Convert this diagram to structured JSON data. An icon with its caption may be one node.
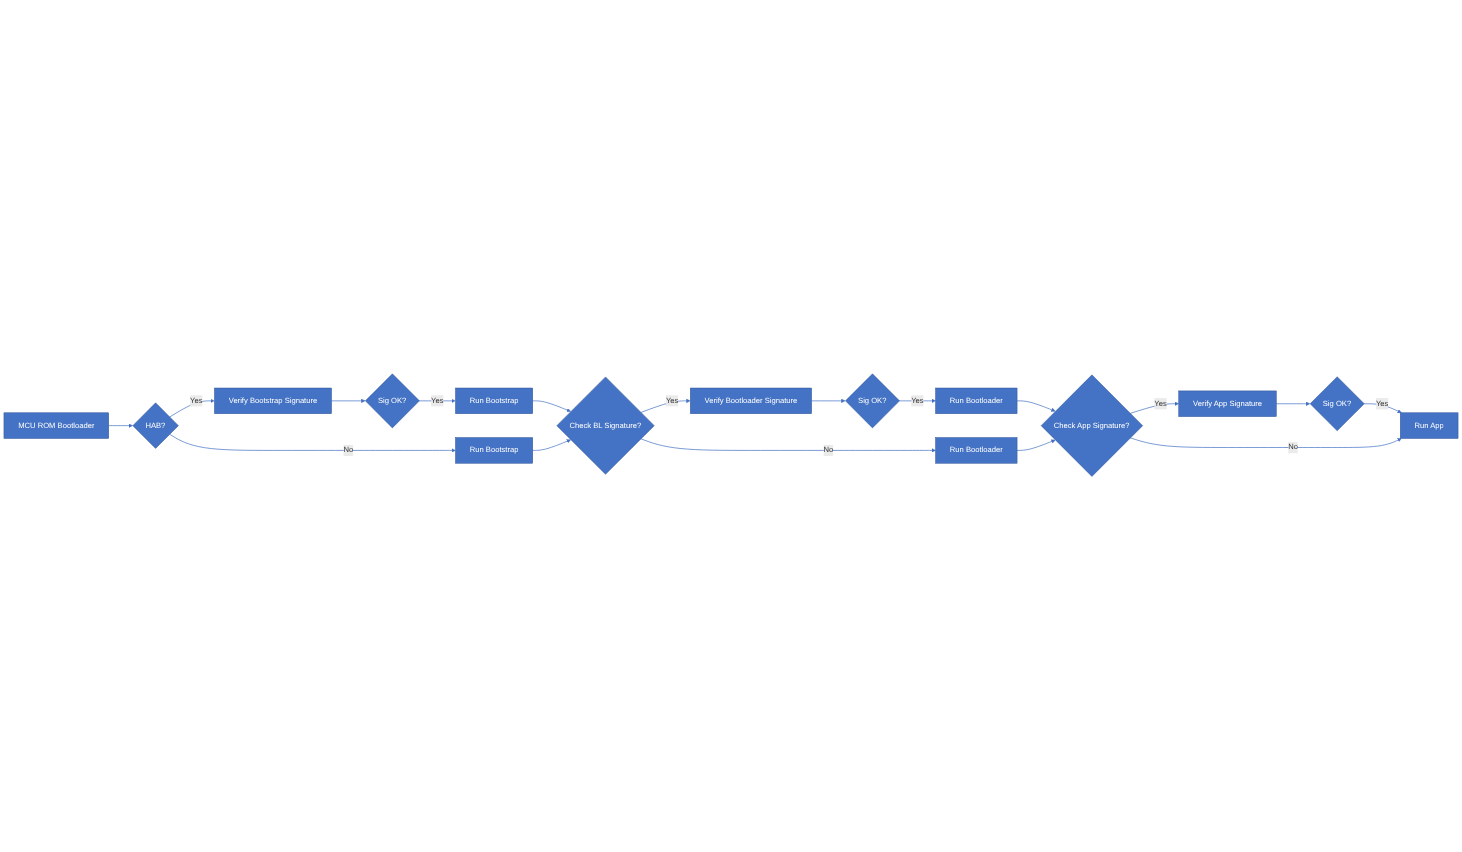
{
  "diagram": {
    "nodes": [
      {
        "text": [
          "Run Bootstrap"
        ]
      },
      {
        "text": [
          "Sig OK?"
        ]
      },
      {
        "text": [
          "Verify Bootstrap Signature"
        ]
      },
      {
        "text": [
          "MCU ROM Bootloader"
        ]
      },
      {
        "text": [
          "HAB?"
        ]
      },
      {
        "text": [
          "Run Bootstrap"
        ]
      },
      {
        "text": [
          "Run Bootloader"
        ]
      },
      {
        "text": [
          "Sig OK?"
        ]
      },
      {
        "text": [
          "Verify Bootloader Signature"
        ]
      },
      {
        "text": [
          "Check BL Signature?"
        ]
      },
      {
        "text": [
          "Run Bootloader"
        ]
      },
      {
        "text": [
          "Sig OK?"
        ]
      },
      {
        "text": [
          "Verify App Signature"
        ]
      },
      {
        "text": [
          "Check App Signature?"
        ]
      },
      {
        "text": [
          "Run App"
        ]
      }
    ],
    "edges": [
      {
        "from": 3,
        "to": 4,
        "arrow": "to"
      },
      {
        "from": 4,
        "to": 2,
        "label": "Yes",
        "arrow": "to"
      },
      {
        "from": 2,
        "to": 1,
        "arrow": "to"
      },
      {
        "from": 1,
        "to": 0,
        "label": "Yes",
        "arrow": "to"
      },
      {
        "from": 4,
        "to": 5,
        "label": "No",
        "arrow": "to"
      },
      {
        "from": 0,
        "to": 9,
        "arrow": "to"
      },
      {
        "from": 5,
        "to": 9,
        "arrow": "to"
      },
      {
        "from": 9,
        "to": 8,
        "label": "Yes",
        "arrow": "to"
      },
      {
        "from": 8,
        "to": 7,
        "arrow": "to"
      },
      {
        "from": 7,
        "to": 6,
        "label": "Yes",
        "arrow": "to"
      },
      {
        "from": 9,
        "to": 10,
        "label": "No",
        "arrow": "to"
      },
      {
        "from": 6,
        "to": 13,
        "arrow": "to"
      },
      {
        "from": 10,
        "to": 13,
        "arrow": "to"
      },
      {
        "from": 13,
        "to": 12,
        "label": "Yes",
        "arrow": "to"
      },
      {
        "from": 12,
        "to": 11,
        "arrow": "to"
      },
      {
        "from": 11,
        "to": 14,
        "label": "Yes",
        "arrow": "to"
      },
      {
        "from": 13,
        "to": 14,
        "label": "No",
        "arrow": "to"
      }
    ]
  }
}
